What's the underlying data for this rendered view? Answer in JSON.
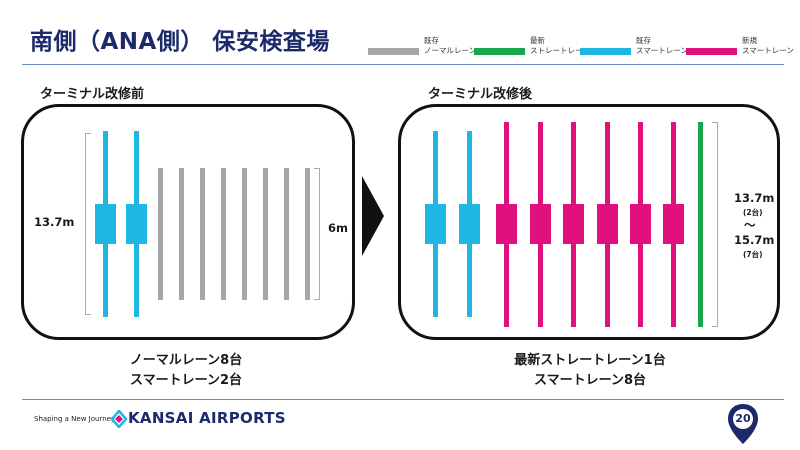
{
  "header": {
    "title": "南側（ANA側） 保安検査場"
  },
  "legend": [
    {
      "line1": "既存",
      "line2": "ノーマルレーン",
      "color": "#a6a6a6"
    },
    {
      "line1": "最新",
      "line2": "ストレートレーン",
      "color": "#1aa64a"
    },
    {
      "line1": "既存",
      "line2": "スマートレーン",
      "color": "#1fb6e3"
    },
    {
      "line1": "新規",
      "line2": "スマートレーン",
      "color": "#e0117f"
    }
  ],
  "before": {
    "heading": "ターミナル改修前",
    "dim_left": "13.7m",
    "dim_right": "6m",
    "caption_line1": "ノーマルレーン8台",
    "caption_line2": "スマートレーン2台"
  },
  "after": {
    "heading": "ターミナル改修後",
    "dim_main1": "13.7m",
    "dim_sub1": "(2台)",
    "dim_tilde": "～",
    "dim_main2": "15.7m",
    "dim_sub2": "(7台)",
    "caption_line1": "最新ストレートレーン1台",
    "caption_line2": "スマートレーン8台"
  },
  "footer": {
    "tagline": "Shaping a New Journey",
    "logo": "KANSAI AIRPORTS",
    "page_number": "20"
  },
  "colors": {
    "normal": "#a6a6a6",
    "straight": "#1aa64a",
    "smart": "#1fb6e3",
    "new_smart": "#e0117f",
    "brand": "#1c2a6b"
  }
}
